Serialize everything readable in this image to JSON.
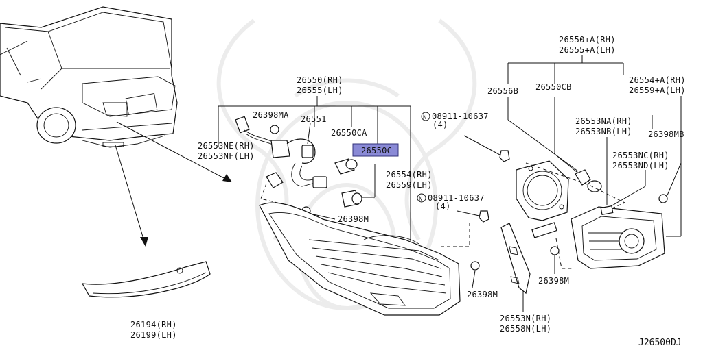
{
  "diagram": {
    "reference_code": "J26500DJ",
    "highlighted_part": "26550C",
    "labels": {
      "l_26550_rh": "26550(RH)",
      "l_26555_lh": "26555(LH)",
      "l_26398ma": "26398MA",
      "l_26551": "26551",
      "l_26550ca": "26550CA",
      "l_26550c": "26550C",
      "l_26553ne": "26553NE(RH)",
      "l_26553nf": "26553NF(LH)",
      "l_26554_rh": "26554(RH)",
      "l_26559_lh": "26559(LH)",
      "l_26398m_a": "26398M",
      "l_26398m_b": "26398M",
      "l_26398m_c": "26398M",
      "l_bolt1": "08911-10637",
      "l_bolt1_qty": "(4)",
      "l_bolt2": "08911-10637",
      "l_bolt2_qty": "(4)",
      "l_26550a_rh": "26550+A(RH)",
      "l_26555a_lh": "26555+A(LH)",
      "l_26556b": "26556B",
      "l_26550cb": "26550CB",
      "l_26554a_rh": "26554+A(RH)",
      "l_26559a_lh": "26559+A(LH)",
      "l_26553na": "26553NA(RH)",
      "l_26553nb": "26553NB(LH)",
      "l_26398mb": "26398MB",
      "l_26553nc": "26553NC(RH)",
      "l_26553nd": "26553ND(LH)",
      "l_26553n": "26553N(RH)",
      "l_26558n": "26558N(LH)",
      "l_26194": "26194(RH)",
      "l_26199": "26199(LH)"
    },
    "nut_symbol": "N"
  }
}
